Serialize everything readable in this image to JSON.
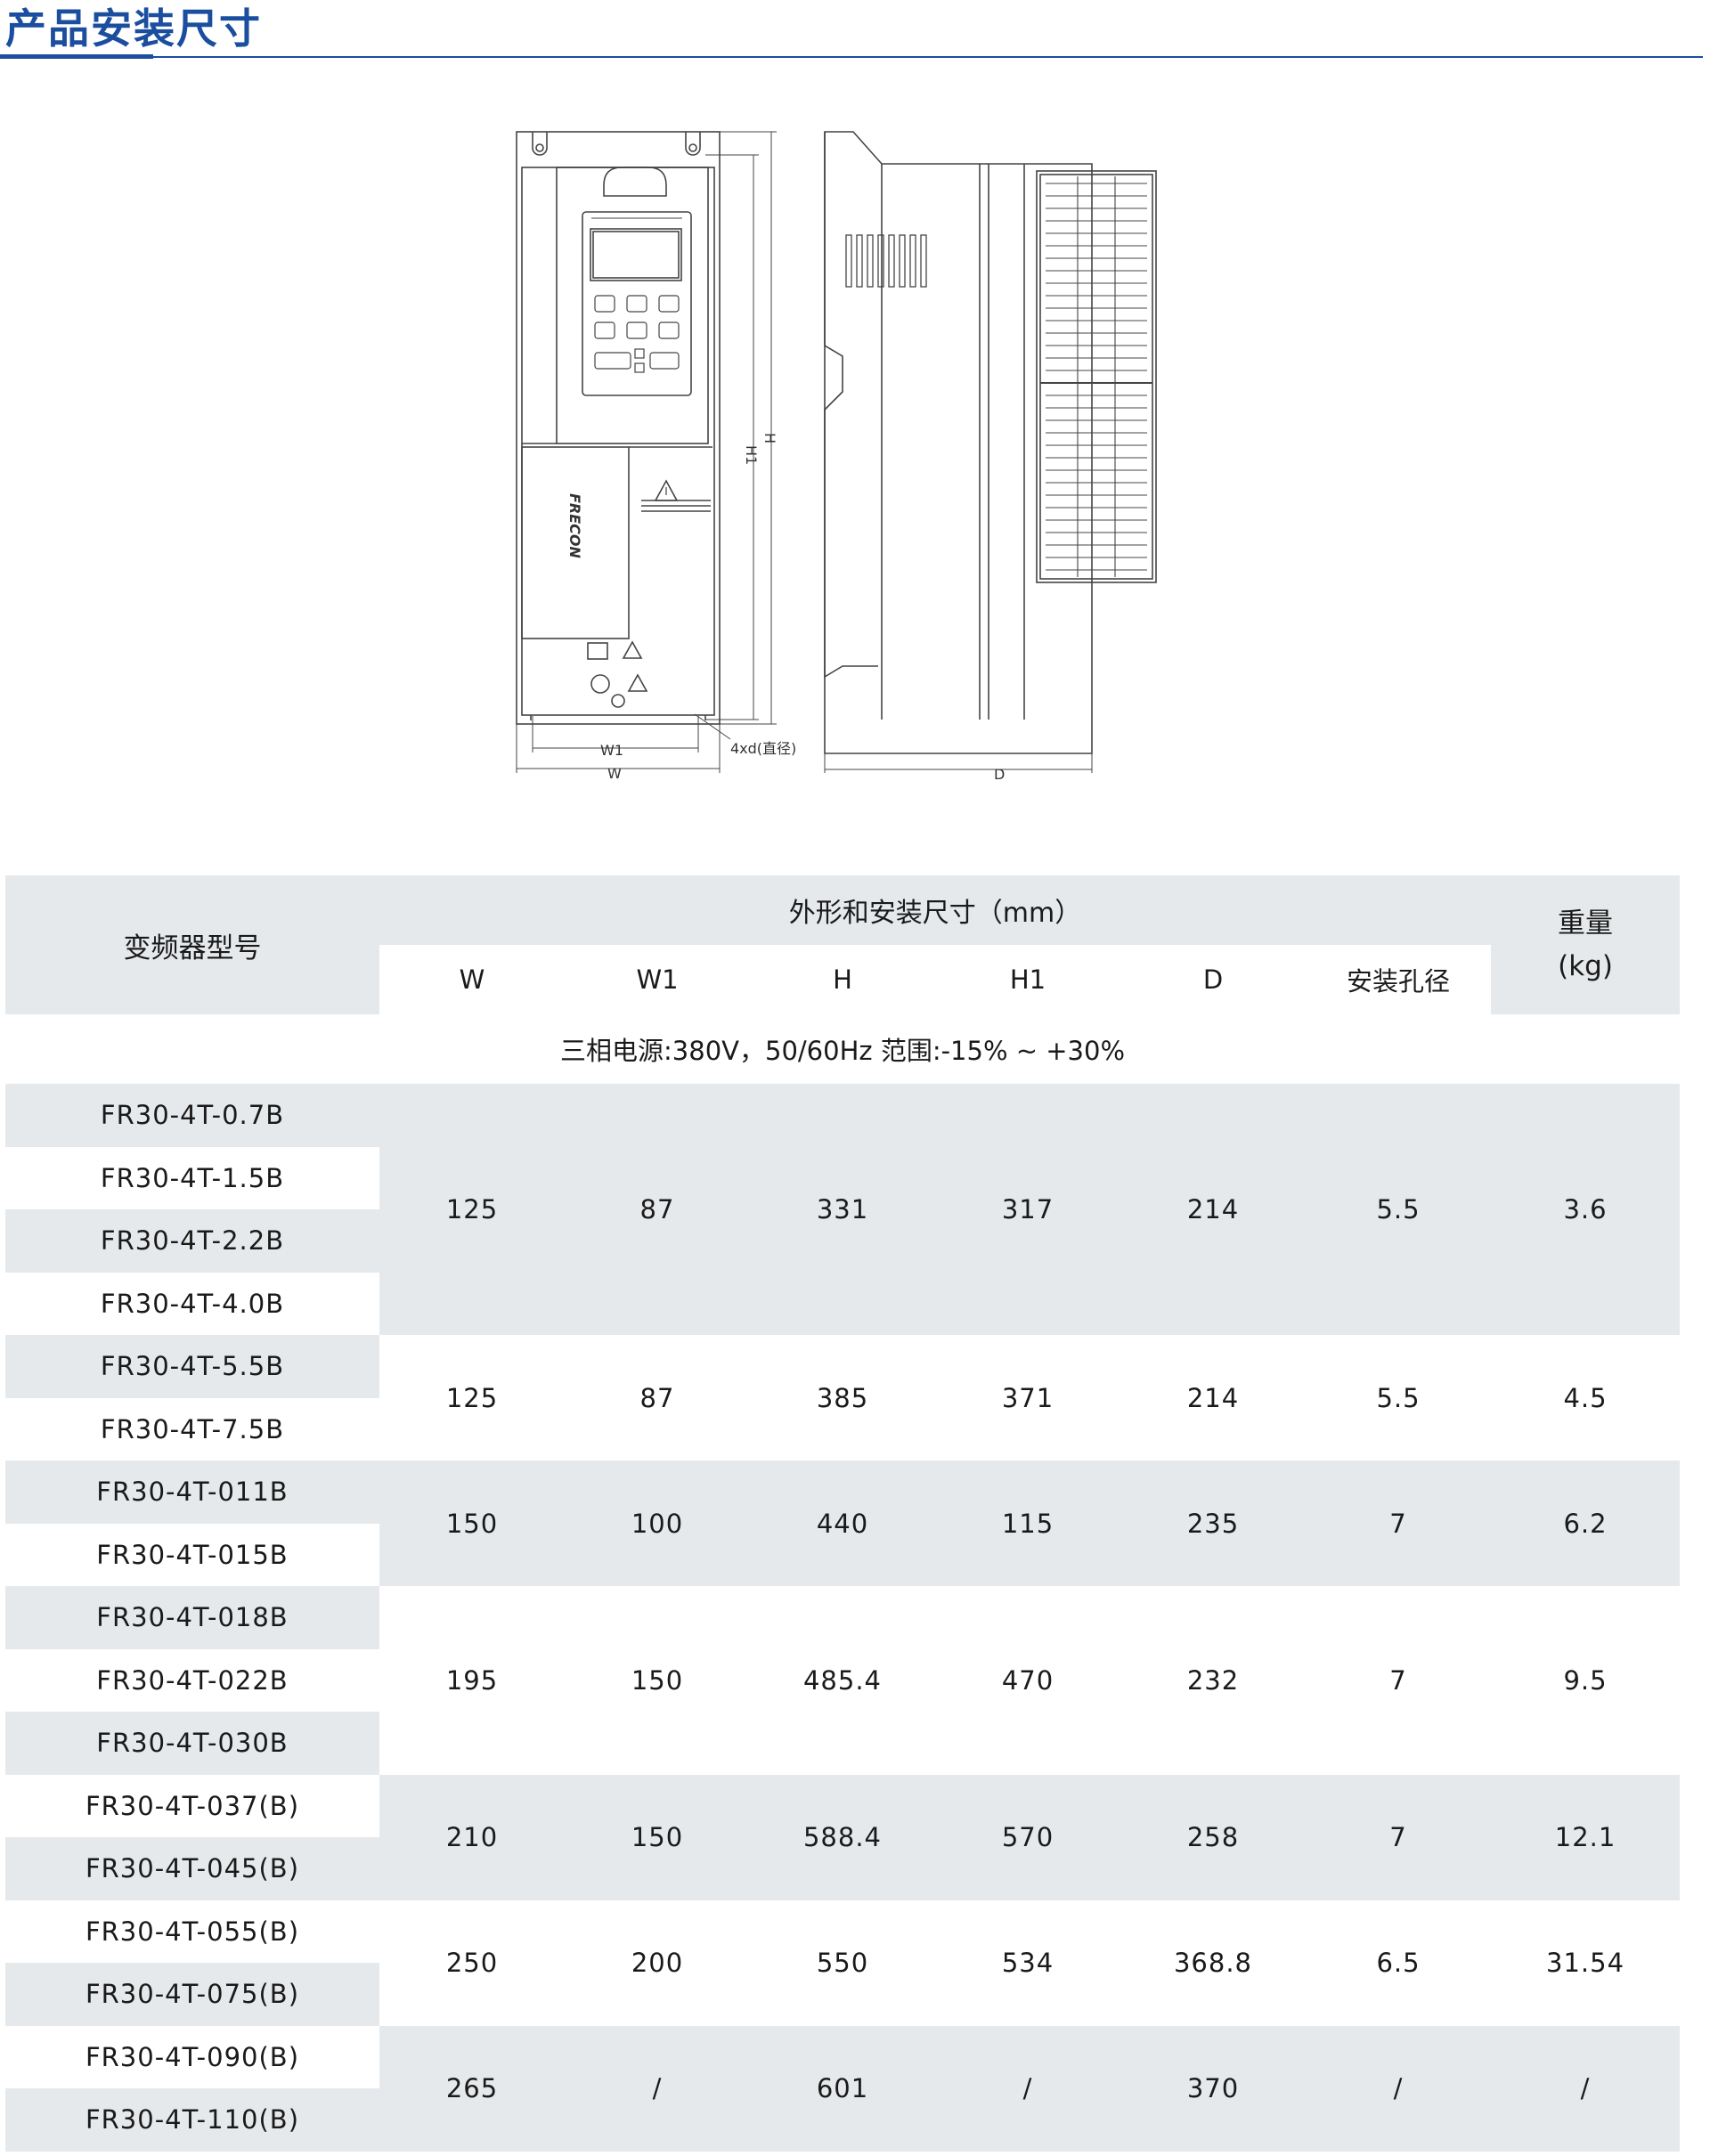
{
  "header": {
    "title": "产品安装尺寸"
  },
  "drawing": {
    "brand_text": "FRECON",
    "dim_labels": {
      "w1": "W1",
      "w": "W",
      "h1": "H1",
      "h": "H",
      "d": "D",
      "hole": "4xd(直径)"
    }
  },
  "table": {
    "model_header": "变频器型号",
    "dims_header": "外形和安装尺寸（mm）",
    "weight_header": "重量\n(kg)",
    "columns": [
      "W",
      "W1",
      "H",
      "H1",
      "D",
      "安装孔径"
    ],
    "note": "三相电源:380V，50/60Hz   范围:-15% ~ +30%",
    "groups": [
      {
        "models": [
          "FR30-4T-0.7B",
          "FR30-4T-1.5B",
          "FR30-4T-2.2B",
          "FR30-4T-4.0B"
        ],
        "values": [
          "125",
          "87",
          "331",
          "317",
          "214",
          "5.5",
          "3.6"
        ]
      },
      {
        "models": [
          "FR30-4T-5.5B",
          "FR30-4T-7.5B"
        ],
        "values": [
          "125",
          "87",
          "385",
          "371",
          "214",
          "5.5",
          "4.5"
        ]
      },
      {
        "models": [
          "FR30-4T-011B",
          "FR30-4T-015B"
        ],
        "values": [
          "150",
          "100",
          "440",
          "115",
          "235",
          "7",
          "6.2"
        ]
      },
      {
        "models": [
          "FR30-4T-018B",
          "FR30-4T-022B",
          "FR30-4T-030B"
        ],
        "values": [
          "195",
          "150",
          "485.4",
          "470",
          "232",
          "7",
          "9.5"
        ]
      },
      {
        "models": [
          "FR30-4T-037(B)",
          "FR30-4T-045(B)"
        ],
        "values": [
          "210",
          "150",
          "588.4",
          "570",
          "258",
          "7",
          "12.1"
        ]
      },
      {
        "models": [
          "FR30-4T-055(B)",
          "FR30-4T-075(B)"
        ],
        "values": [
          "250",
          "200",
          "550",
          "534",
          "368.8",
          "6.5",
          "31.54"
        ]
      },
      {
        "models": [
          "FR30-4T-090(B)",
          "FR30-4T-110(B)"
        ],
        "values": [
          "265",
          "/",
          "601",
          "/",
          "370",
          "/",
          "/"
        ]
      }
    ]
  },
  "colors": {
    "title_blue": "#1b4e9e",
    "row_shade": "#e6e9ec"
  }
}
